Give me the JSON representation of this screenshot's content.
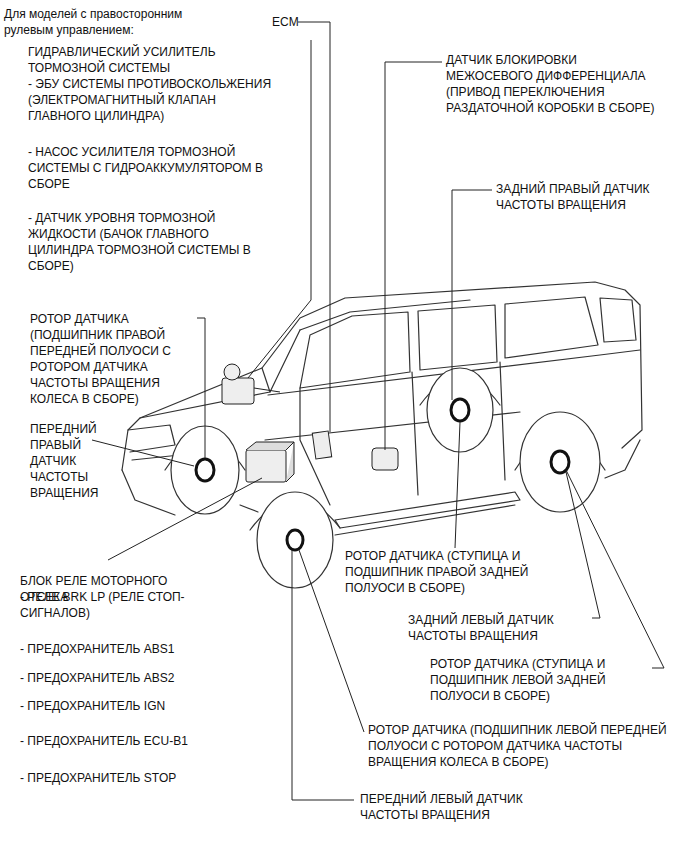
{
  "diagram": {
    "title": "Для моделей с правосторонним рулевым управлением:",
    "labels": [
      "ECM",
      "ГИДРАВЛИЧЕСКИЙ УСИЛИТЕЛЬ ТОРМОЗНОЙ СИСТЕМЫ",
      "- ЭБУ СИСТЕМЫ ПРОТИВОСКОЛЬЖЕНИЯ (ЭЛЕКТРОМАГНИТНЫЙ КЛАПАН ГЛАВНОГО ЦИЛИНДРА)",
      "- НАСОС УСИЛИТЕЛЯ ТОРМОЗНОЙ СИСТЕМЫ С ГИДРОАККУМУЛЯТОРОМ В СБОРЕ",
      "- ДАТЧИК УРОВНЯ ТОРМОЗНОЙ ЖИДКОСТИ (БАЧОК ГЛАВНОГО ЦИЛИНДРА ТОРМОЗНОЙ СИСТЕМЫ В СБОРЕ)",
      "ДАТЧИК БЛОКИРОВКИ МЕЖОСЕВОГО ДИФФЕРЕНЦИАЛА (ПРИВОД ПЕРЕКЛЮЧЕНИЯ РАЗДАТОЧНОЙ КОРОБКИ В СБОРЕ)",
      "ЗАДНИЙ ПРАВЫЙ ДАТЧИК ЧАСТОТЫ ВРАЩЕНИЯ",
      "РОТОР ДАТЧИКА (ПОДШИПНИК ПРАВОЙ ПЕРЕДНЕЙ ПОЛУОСИ С РОТОРОМ ДАТЧИКА ЧАСТОТЫ ВРАЩЕНИЯ КОЛЕСА В СБОРЕ)",
      "ПЕРЕДНИЙ ПРАВЫЙ ДАТЧИК ЧАСТОТЫ ВРАЩЕНИЯ",
      "РОТОР ДАТЧИКА (СТУПИЦА И ПОДШИПНИК ПРАВОЙ ЗАДНЕЙ ПОЛУОСИ В СБОРЕ)",
      "БЛОК РЕЛЕ МОТОРНОГО ОТСЕКА",
      "- РЕЛЕ BRK LP (РЕЛЕ СТОП-СИГНАЛОВ)",
      "ЗАДНИЙ ЛЕВЫЙ ДАТЧИК ЧАСТОТЫ ВРАЩЕНИЯ",
      "- ПРЕДОХРАНИТЕЛЬ ABS1",
      "РОТОР ДАТЧИКА (СТУПИЦА И ПОДШИПНИК ЛЕВОЙ ЗАДНЕЙ ПОЛУОСИ В СБОРЕ)",
      "- ПРЕДОХРАНИТЕЛЬ ABS2",
      "- ПРЕДОХРАНИТЕЛЬ IGN",
      "- ПРЕДОХРАНИТЕЛЬ ECU-B1",
      "РОТОР ДАТЧИКА (ПОДШИПНИК ЛЕВОЙ ПЕРЕДНЕЙ ПОЛУОСИ С РОТОРОМ ДАТЧИКА ЧАСТОТЫ ВРАЩЕНИЯ КОЛЕСА В СБОРЕ)",
      "- ПРЕДОХРАНИТЕЛЬ STOP",
      "ПЕРЕДНИЙ ЛЕВЫЙ ДАТЧИК ЧАСТОТЫ ВРАЩЕНИЯ"
    ]
  }
}
